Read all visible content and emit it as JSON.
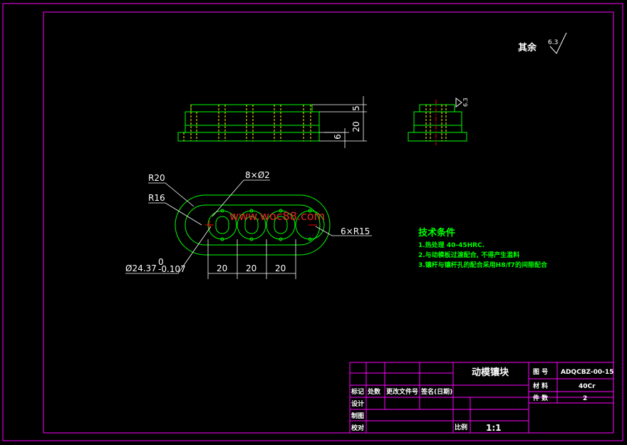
{
  "roughness": {
    "label": "其余",
    "value": "6.3"
  },
  "side_roughness": "6.3",
  "dimensions": {
    "front_top": "5",
    "front_total": "20",
    "front_base": "6",
    "r_outer": "R20",
    "r_inner": "R16",
    "holes": "8×Ø2",
    "slots": "6×R15",
    "bore_main": "Ø24.37",
    "bore_tol_upper": "0",
    "bore_tol_lower": "-0.107",
    "pitch_1": "20",
    "pitch_2": "20",
    "pitch_3": "20"
  },
  "watermark": "www.woc88.com",
  "tech_req": {
    "title": "技术条件",
    "items": [
      "1.热处理 40-45HRC.",
      "2.与动模板过渡配合, 不得产生滥料",
      "3.镶杆与镶杆孔的配合采用H8/f7的间隙配合"
    ]
  },
  "title_block": {
    "part_name": "动模镶块",
    "drawing_no_label": "图 号",
    "drawing_no": "ADQCBZ-00-15",
    "material_label": "材 料",
    "material": "40Cr",
    "quantity_label": "件 数",
    "quantity": "2",
    "rev_headers": [
      "标记",
      "处数",
      "更改文件号",
      "签名(日期)"
    ],
    "row_design": "设计",
    "row_draw": "制图",
    "row_check": "校对",
    "scale_label": "比例",
    "scale": "1:1"
  },
  "colors": {
    "frame": "#ff00ff",
    "outline": "#00ff00",
    "hidden": "#ffff00",
    "center": "#ff0000",
    "dim": "#ffffff"
  }
}
